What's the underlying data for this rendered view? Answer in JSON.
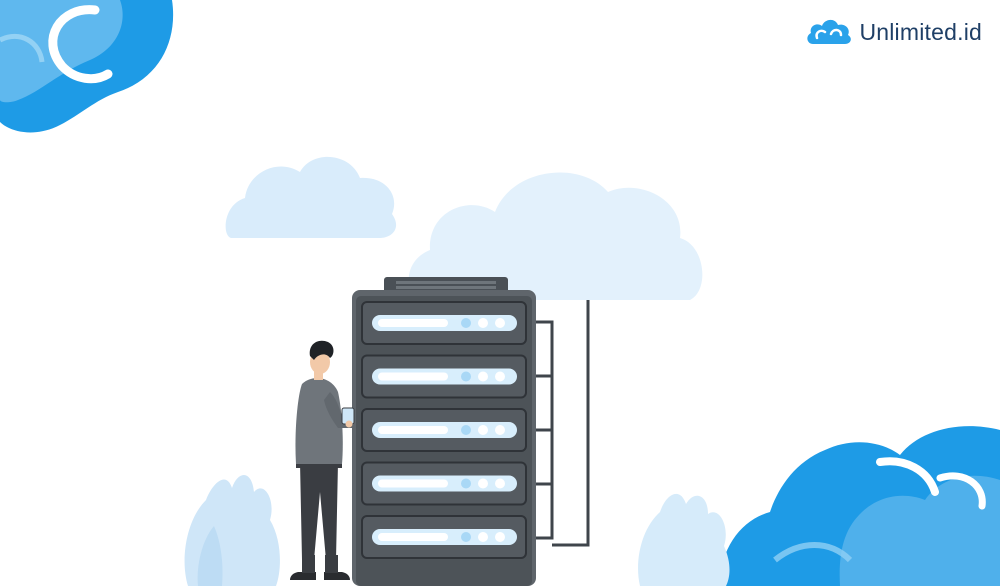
{
  "brand": {
    "name": "Unlimited.id",
    "icon": "cloud-logo-icon"
  },
  "illustration": {
    "subject": "server-rack-illustration",
    "server_unit_count": 5
  },
  "colors": {
    "accent_blue": "#1e9be6",
    "light_blue": "#8fcdf2",
    "pale_cloud": "#dcefff",
    "server_dark": "#555b61",
    "server_body": "#6a7077",
    "slot_light": "#d8eefc",
    "logo_text": "#1f3f66"
  }
}
